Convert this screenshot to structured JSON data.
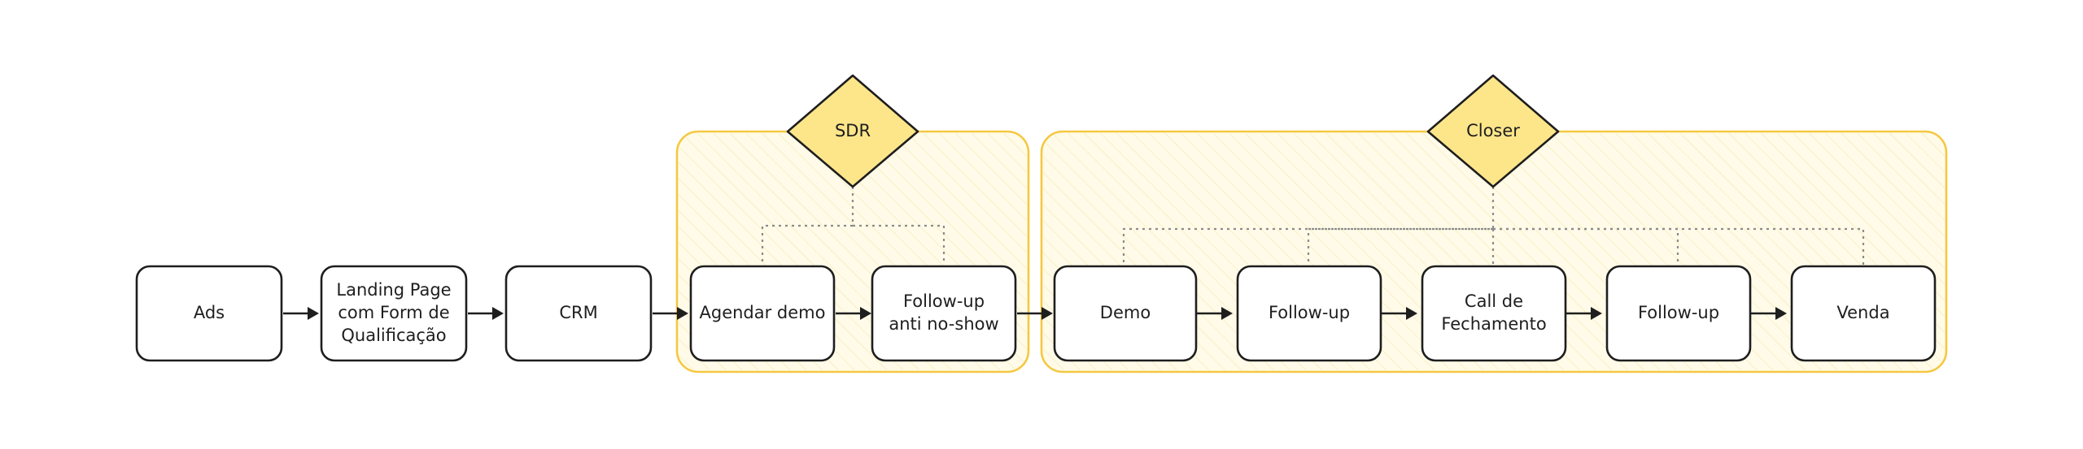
{
  "diagram": {
    "roles": [
      {
        "id": "sdr",
        "label": "SDR",
        "color": "#fde68a"
      },
      {
        "id": "closer",
        "label": "Closer",
        "color": "#fde68a"
      }
    ],
    "nodes": [
      {
        "id": "ads",
        "lines": [
          "Ads"
        ]
      },
      {
        "id": "landing",
        "lines": [
          "Landing Page",
          "com Form de",
          "Qualificação"
        ]
      },
      {
        "id": "crm",
        "lines": [
          "CRM"
        ]
      },
      {
        "id": "agendar",
        "lines": [
          "Agendar demo"
        ],
        "role": "sdr"
      },
      {
        "id": "followup-noshow",
        "lines": [
          "Follow-up",
          "anti no-show"
        ],
        "role": "sdr"
      },
      {
        "id": "demo",
        "lines": [
          "Demo"
        ],
        "role": "closer"
      },
      {
        "id": "followup",
        "lines": [
          "Follow-up"
        ],
        "role": "closer"
      },
      {
        "id": "call",
        "lines": [
          "Call de",
          "Fechamento"
        ],
        "role": "closer"
      },
      {
        "id": "followup2",
        "lines": [
          "Follow-up"
        ],
        "role": "closer"
      },
      {
        "id": "venda",
        "lines": [
          "Venda"
        ],
        "role": "closer"
      }
    ],
    "edges": [
      [
        "ads",
        "landing"
      ],
      [
        "landing",
        "crm"
      ],
      [
        "crm",
        "agendar"
      ],
      [
        "agendar",
        "followup-noshow"
      ],
      [
        "followup-noshow",
        "demo"
      ],
      [
        "demo",
        "followup"
      ],
      [
        "followup",
        "call"
      ],
      [
        "call",
        "followup2"
      ],
      [
        "followup2",
        "venda"
      ]
    ],
    "colors": {
      "group_fill": "#fffbe8",
      "group_stroke": "#f5c842",
      "stroke": "#1e1e1e",
      "connector": "#8c8c8c"
    }
  }
}
